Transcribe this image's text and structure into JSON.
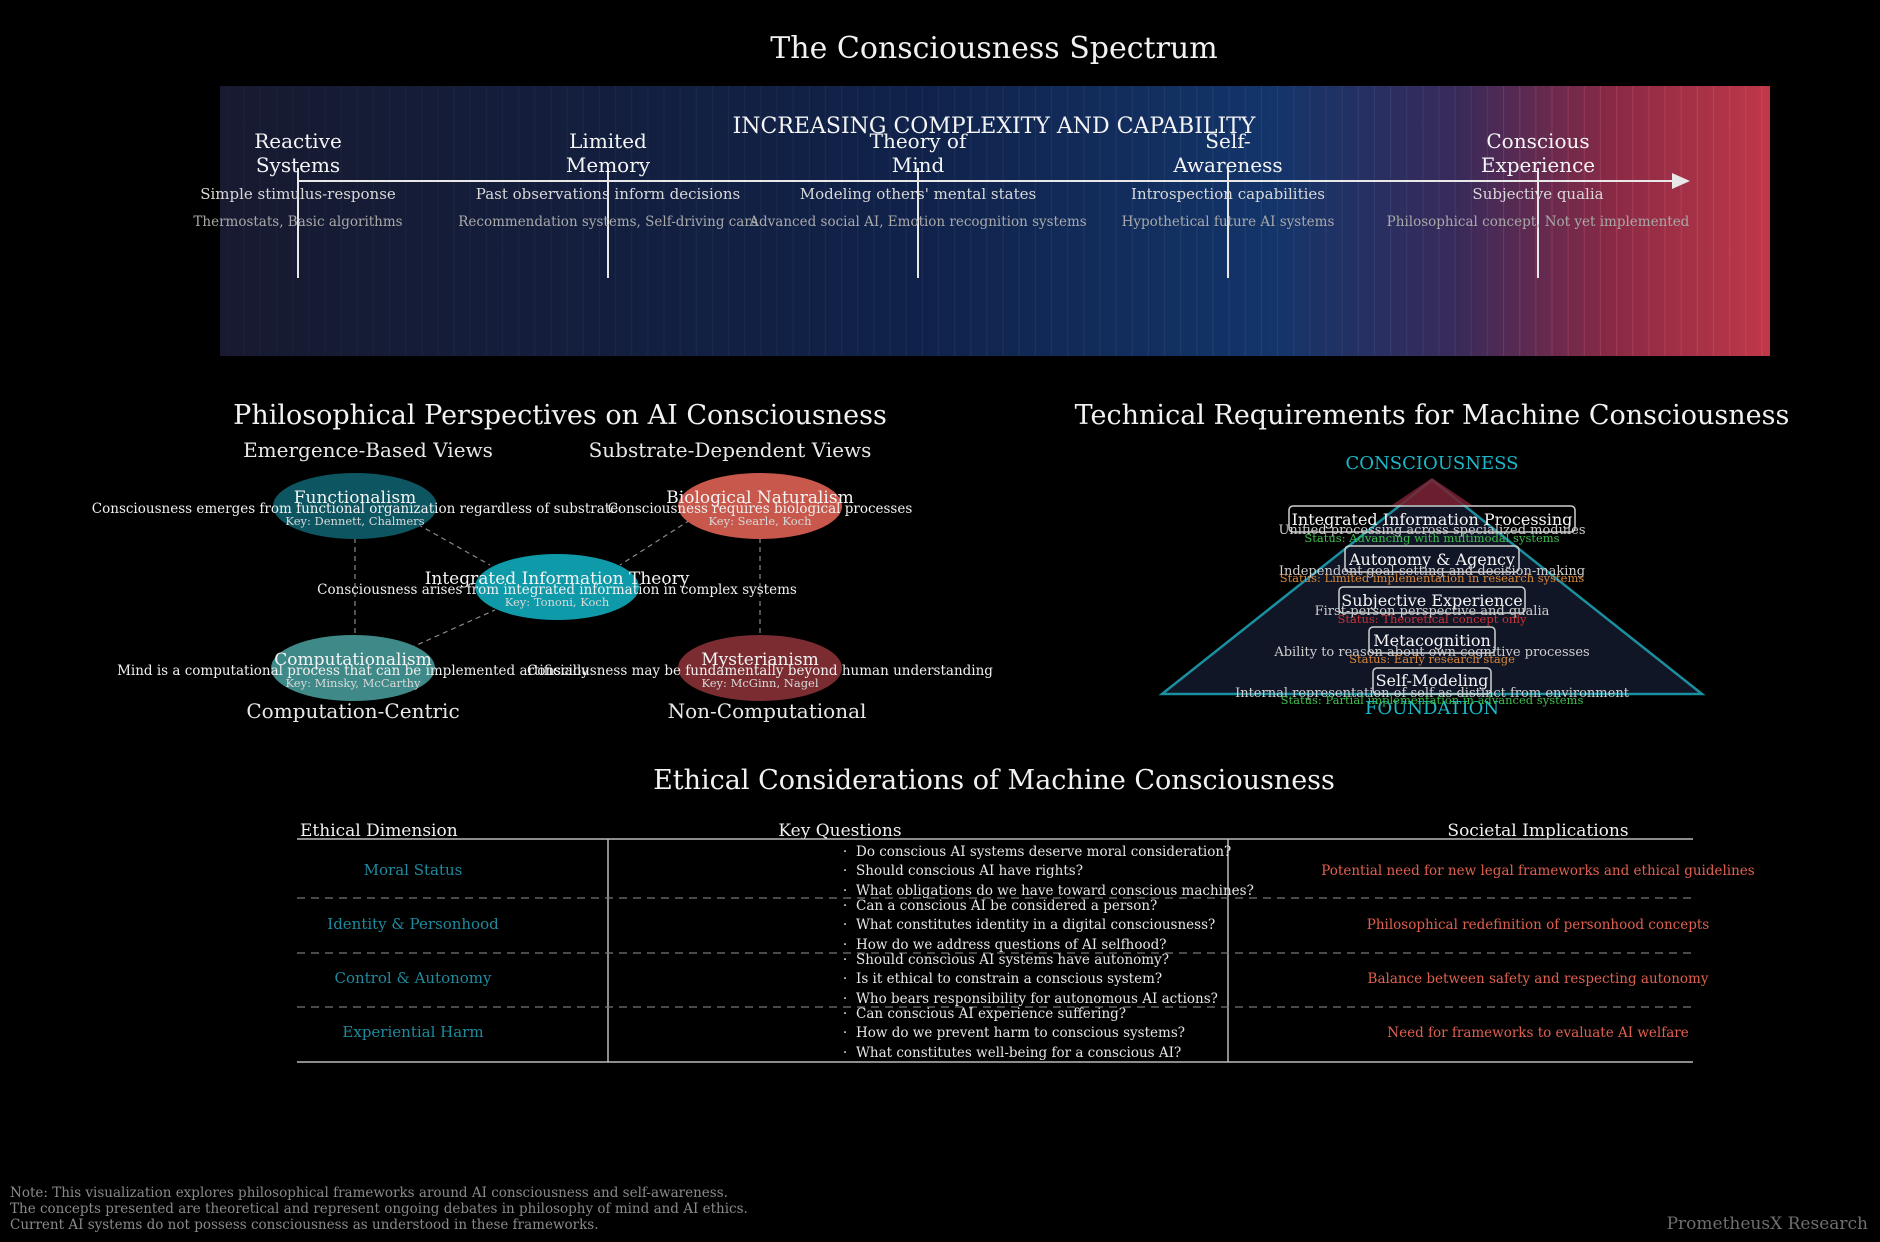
{
  "title": "The Consciousness Spectrum",
  "spectrum": {
    "banner": "INCREASING COMPLEXITY AND CAPABILITY",
    "stages": [
      {
        "name_lines": [
          "Reactive",
          "Systems"
        ],
        "desc": "Simple stimulus-response",
        "examples": "Thermostats, Basic algorithms"
      },
      {
        "name_lines": [
          "Limited",
          "Memory"
        ],
        "desc": "Past observations inform decisions",
        "examples": "Recommendation systems, Self-driving cars"
      },
      {
        "name_lines": [
          "Theory of",
          "Mind"
        ],
        "desc": "Modeling others' mental states",
        "examples": "Advanced social AI, Emotion recognition systems"
      },
      {
        "name_lines": [
          "Self-",
          "Awareness"
        ],
        "desc": "Introspection capabilities",
        "examples": "Hypothetical future AI systems"
      },
      {
        "name_lines": [
          "Conscious",
          "Experience"
        ],
        "desc": "Subjective qualia",
        "examples": "Philosophical concept, Not yet implemented"
      }
    ]
  },
  "perspectives": {
    "heading": "Philosophical Perspectives on AI Consciousness",
    "group_labels": {
      "top_left": "Emergence-Based Views",
      "top_right": "Substrate-Dependent Views",
      "bottom_left": "Computation-Centric",
      "bottom_right": "Non-Computational"
    },
    "nodes": [
      {
        "name": "Functionalism",
        "desc": "Consciousness emerges from functional organization regardless of substrate",
        "key": "Key: Dennett, Chalmers",
        "color": "#0d5560"
      },
      {
        "name": "Biological Naturalism",
        "desc": "Consciousness requires biological processes",
        "key": "Key: Searle, Koch",
        "color": "#c8584b"
      },
      {
        "name": "Integrated Information Theory",
        "desc": "Consciousness arises from integrated information in complex systems",
        "key": "Key: Tononi, Koch",
        "color": "#0e9aa8"
      },
      {
        "name": "Computationalism",
        "desc": "Mind is a computational process that can be implemented artificially",
        "key": "Key: Minsky, McCarthy",
        "color": "#3f8a88"
      },
      {
        "name": "Mysterianism",
        "desc": "Consciousness may be fundamentally beyond human understanding",
        "key": "Key: McGinn, Nagel",
        "color": "#7a2c30"
      }
    ]
  },
  "requirements": {
    "heading": "Technical Requirements for Machine Consciousness",
    "top_label": "CONSCIOUSNESS",
    "bottom_label": "FOUNDATION",
    "levels": [
      {
        "name": "Integrated Information Processing",
        "desc": "Unified processing across specialized modules",
        "status": "Status: Advancing with multimodal systems",
        "status_color": "#3fbf4f"
      },
      {
        "name": "Autonomy & Agency",
        "desc": "Independent goal-setting and decision-making",
        "status": "Status: Limited implementation in research systems",
        "status_color": "#d9883a"
      },
      {
        "name": "Subjective Experience",
        "desc": "First-person perspective and qualia",
        "status": "Status: Theoretical concept only",
        "status_color": "#c8323a"
      },
      {
        "name": "Metacognition",
        "desc": "Ability to reason about own cognitive processes",
        "status": "Status: Early research stage",
        "status_color": "#d9883a"
      },
      {
        "name": "Self-Modeling",
        "desc": "Internal representation of self as distinct from environment",
        "status": "Status: Partial implementation in advanced systems",
        "status_color": "#3fbf4f"
      }
    ]
  },
  "ethics": {
    "heading": "Ethical Considerations of Machine Consciousness",
    "headers": [
      "Ethical Dimension",
      "Key Questions",
      "Societal Implications"
    ],
    "rows": [
      {
        "dimension": "Moral Status",
        "questions": [
          "Do conscious AI systems deserve moral consideration?",
          "Should conscious AI have rights?",
          "What obligations do we have toward conscious machines?"
        ],
        "implication": "Potential need for new legal frameworks and ethical guidelines"
      },
      {
        "dimension": "Identity & Personhood",
        "questions": [
          "Can a conscious AI be considered a person?",
          "What constitutes identity in a digital consciousness?",
          "How do we address questions of AI selfhood?"
        ],
        "implication": "Philosophical redefinition of personhood concepts"
      },
      {
        "dimension": "Control & Autonomy",
        "questions": [
          "Should conscious AI systems have autonomy?",
          "Is it ethical to constrain a conscious system?",
          "Who bears responsibility for autonomous AI actions?"
        ],
        "implication": "Balance between safety and respecting autonomy"
      },
      {
        "dimension": "Experiential Harm",
        "questions": [
          "Can conscious AI experience suffering?",
          "How do we prevent harm to conscious systems?",
          "What constitutes well-being for a conscious AI?"
        ],
        "implication": "Need for frameworks to evaluate AI welfare"
      }
    ],
    "bullet": "·"
  },
  "footnote": [
    "Note: This visualization explores philosophical frameworks around AI consciousness and self-awareness.",
    "The concepts presented are theoretical and represent ongoing debates in philosophy of mind and AI ethics.",
    "Current AI systems do not possess consciousness as understood in these frameworks."
  ],
  "brand": "PrometheusX Research",
  "colors": {
    "accent_teal": "#1ab8c8",
    "gradient_start": "#161628",
    "gradient_mid": "#0f2a55",
    "gradient_end": "#c23a4a"
  }
}
